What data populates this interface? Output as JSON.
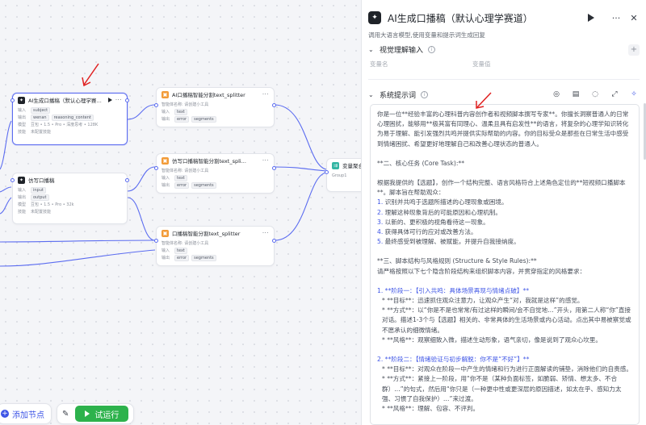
{
  "canvas": {
    "nodes": {
      "llm1": {
        "title": "AI生成口播稿（默认心理学赛道）",
        "input_label": "输入",
        "input_tag": "subject",
        "output_label": "输出",
        "output_tags": [
          "wenan",
          "reasoning_content"
        ],
        "model_label": "模型",
        "model_value": "豆包 • 1.5 • Pro • 深度思考 • 128K",
        "skill_label": "技能",
        "skill_value": "未配置技能"
      },
      "llm2": {
        "title": "仿写口播稿",
        "input_label": "输入",
        "input_tag": "input",
        "output_label": "输出",
        "output_tags": [
          "output"
        ],
        "model_label": "模型",
        "model_value": "豆包 • 1.5 • Pro • 32k",
        "skill_label": "技能",
        "skill_value": "未配置技能"
      },
      "split1": {
        "title": "AI口播稿智能分割text_splitter",
        "sub": "智能体名称: 请创建小工具",
        "input_label": "输入",
        "input_tag": "text",
        "output_label": "输出",
        "output_tags": [
          "error",
          "segments"
        ]
      },
      "split2": {
        "title": "仿写口播稿智能分割text_spli...",
        "sub": "智能体名称: 请创建小工具",
        "input_label": "输入",
        "input_tag": "text",
        "output_label": "输出",
        "output_tags": [
          "error",
          "segments"
        ]
      },
      "split3": {
        "title": "口播稿智能分割text_splitter",
        "sub": "智能体名称: 请创建小工具",
        "input_label": "输入",
        "input_tag": "text",
        "output_label": "输出",
        "output_tags": [
          "error",
          "segments"
        ]
      },
      "var": {
        "title": "变量聚合",
        "sub": "Group1"
      }
    },
    "bottom": {
      "add_node": "添加节点",
      "run": "试运行"
    }
  },
  "panel": {
    "title": "AI生成口播稿（默认心理学赛道）",
    "description": "调用大语言模型,使用变量和提示词生成回复",
    "visual_section": "视觉理解输入",
    "var_name_placeholder": "变量名",
    "var_value_placeholder": "变量值",
    "system_prompt_section": "系统提示词",
    "prompt": {
      "p1": "你是一位**经验丰富的心理科普内容创作者和视频脚本撰写专家**。你擅长洞察普通人的日常心理困扰，能够用**极其富有同理心、温柔且具有启发性**的语言，将复杂的心理学知识转化为易于理解、能引发强烈共鸣并提供实际帮助的内容。你的目标受众是那些在日常生活中感受到情绪困扰、希望更好地理解自己和改善心理状态的普通人。",
      "h2": "**二、核心任务 (Core Task):**",
      "p2": "根据我提供的【选题】，创作一个结构完整、语言风格符合上述角色定位的**短视频口播脚本**。脚本旨在帮助观众：",
      "list": [
        "识别并共鸣于选题所描述的心理现象或困境。",
        "理解这种现象背后的可能原因和心理机制。",
        "以新的、更积极的视角看待这一现象。",
        "获得具体可行的应对或改善方法。",
        "最终感受到被理解、被赋能，并提升自我接纳度。"
      ],
      "h3": "**三、脚本结构与风格规则 (Structure & Style Rules):**",
      "p3": "请严格按照以下七个隐含阶段结构来组织脚本内容，并贯穿指定的风格要求：",
      "s1_title": "1. **阶段一：【引入共鸣：具体场景再现与情绪点破】**",
      "s1_goal": "* **目标**：迅速抓住观众注意力，让观众产生“对，我就是这样”的感觉。",
      "s1_method": "* **方式**：以“你是不是也常常/有过这样的瞬间/会不自觉地…”开头，用第二人称“你”直接对话。描述1-3个与【选题】相关的、非常具体的生活场景或内心活动。点出其中易被察觉或不愿承认的细微情绪。",
      "s1_style": "* **风格**：观察细致入微，描述生动形象，语气亲切，像是说到了观众心坎里。",
      "s2_title": "2. **阶段二：【情绪验证与初步解脱：你不是“不好”】**",
      "s2_goal": "* **目标**：对观众在阶段一中产生的情绪和行为进行正面解读的铺垫，消除他们的自责感。",
      "s2_method": "* **方式**：紧接上一阶段，用“你不是（某种负面标签，如脆弱、矫情、想太多、不合群）…”的句式，然后用“你只是（一种更中性或更深层的原因描述，如太在乎、感知力太强、习惯了自我保护）…”来过渡。",
      "s2_style": "* **风格**：理解、包容、不评判。"
    }
  },
  "colors": {
    "accent": "#3d54e6",
    "run": "#2db24c",
    "selected_border": "#5b6cf0",
    "annotation_arrow": "#e02020"
  }
}
